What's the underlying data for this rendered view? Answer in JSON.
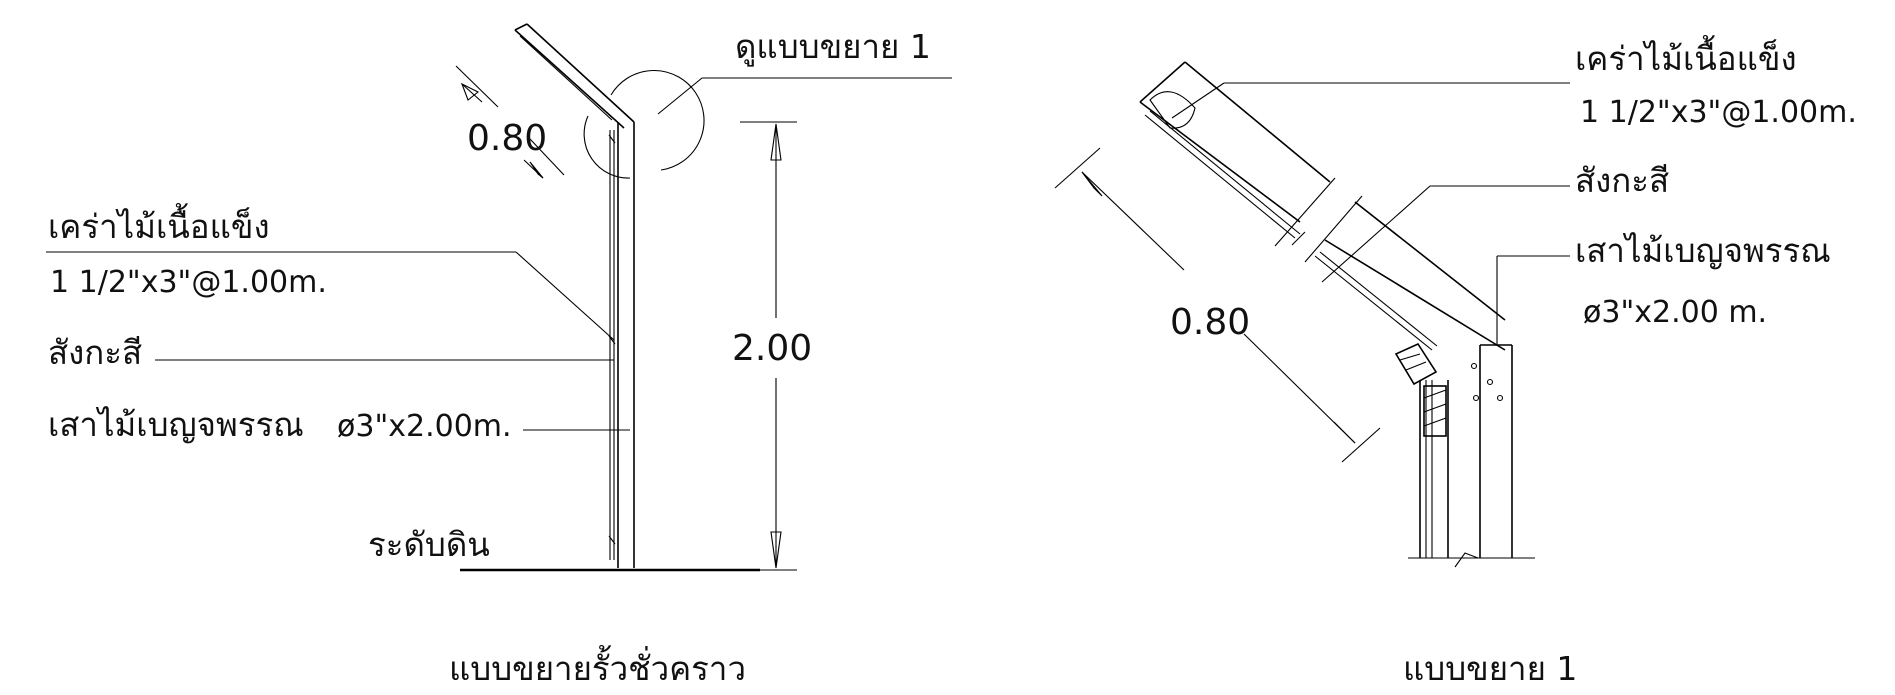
{
  "detail_left": {
    "callout": "ดูแบบขยาย 1",
    "brace_label": "เคร่าไม้เนื้อแข็ง",
    "brace_spec": "1  1/2\"x3\"@1.00m.",
    "sheet_label": "สังกะสี",
    "post_label": "เสาไม้เบญจพรรณ",
    "post_spec": "ø3\"x2.00m.",
    "ground_label": "ระดับดิน",
    "dim_diagonal": "0.80",
    "dim_height": "2.00",
    "title": "แบบขยายรั้วชั่วคราว"
  },
  "detail_right": {
    "brace_label": "เคร่าไม้เนื้อแข็ง",
    "brace_spec": "1  1/2\"x3\"@1.00m.",
    "sheet_label": "สังกะสี",
    "post_label": "เสาไม้เบญจพรรณ",
    "post_spec": "ø3\"x2.00  m.",
    "dim_diagonal": "0.80",
    "title": "แบบขยาย 1"
  }
}
